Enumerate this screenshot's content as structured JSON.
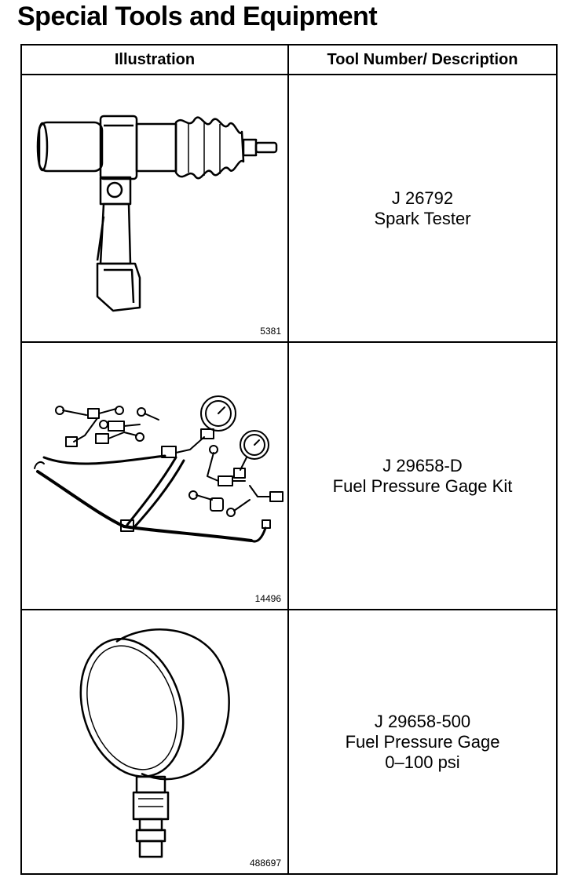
{
  "page_title": "Special Tools and Equipment",
  "table": {
    "headers": [
      "Illustration",
      "Tool Number/ Description"
    ],
    "rows": [
      {
        "figure_number": "5381",
        "tool_number": "J 26792",
        "description": "Spark Tester",
        "extra": ""
      },
      {
        "figure_number": "14496",
        "tool_number": "J 29658-D",
        "description": "Fuel Pressure Gage Kit",
        "extra": ""
      },
      {
        "figure_number": "488697",
        "tool_number": "J 29658-500",
        "description": "Fuel Pressure Gage",
        "extra": "0–100 psi"
      }
    ]
  },
  "icons": [
    "spark-tester-illustration",
    "fuel-pressure-gage-kit-illustration",
    "fuel-pressure-gage-illustration"
  ]
}
